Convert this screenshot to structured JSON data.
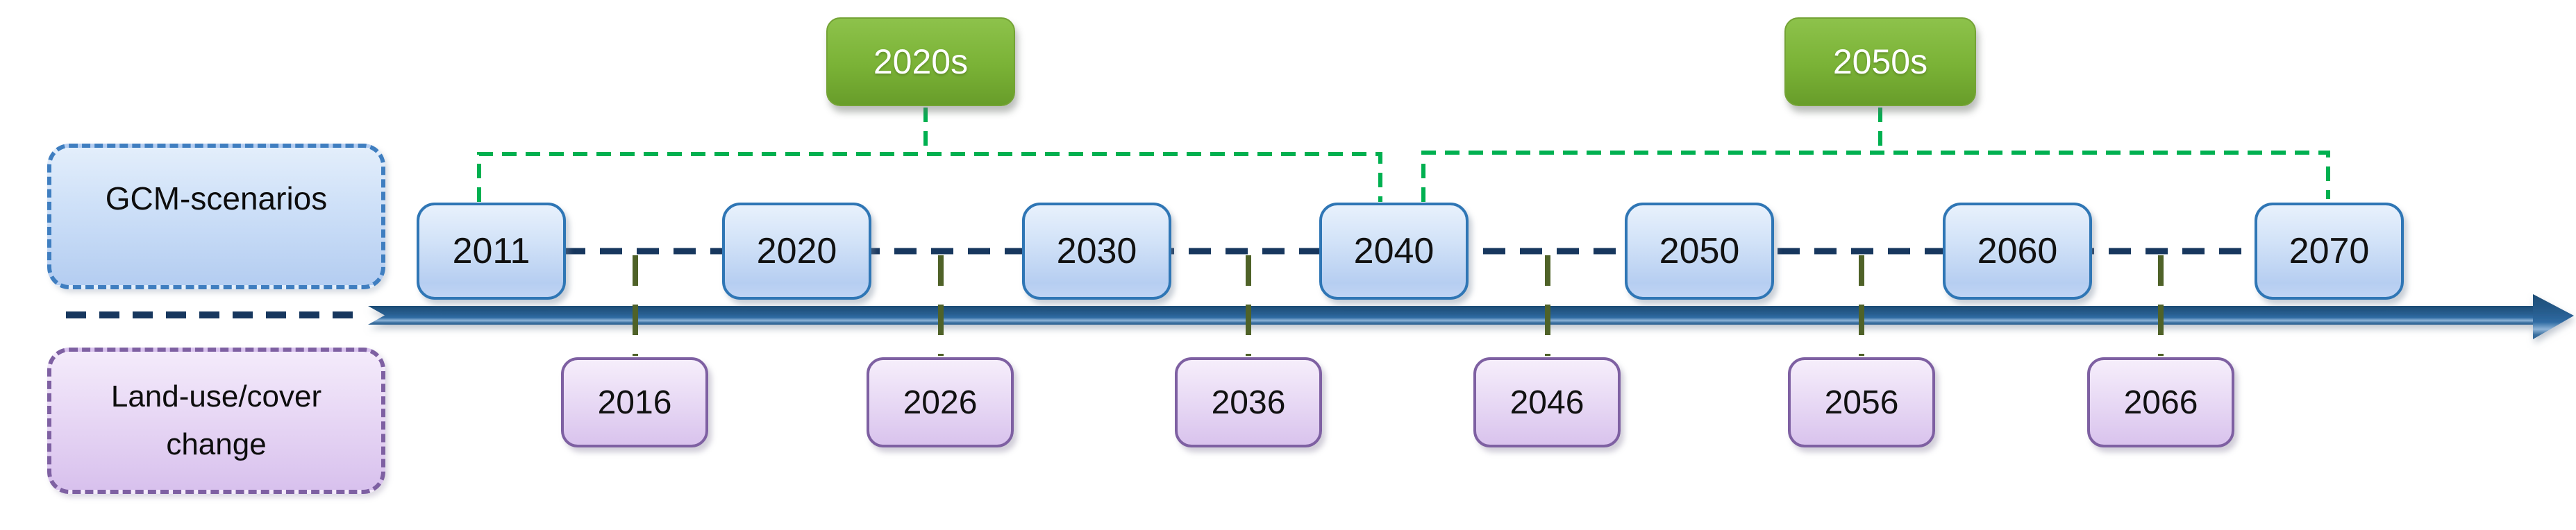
{
  "timeline": {
    "title_hint": "GCM scenario and land-use/cover change timeline",
    "gcm_label": "GCM-scenarios",
    "landuse": {
      "line1": "Land-use/cover",
      "line2": "change"
    },
    "decades": [
      {
        "label": "2020s"
      },
      {
        "label": "2050s"
      }
    ],
    "gcm_years": [
      "2011",
      "2020",
      "2030",
      "2040",
      "2050",
      "2060",
      "2070"
    ],
    "landuse_years": [
      "2016",
      "2026",
      "2036",
      "2046",
      "2056",
      "2066"
    ],
    "axis": {
      "direction": "right"
    },
    "colors": {
      "bracket_green": "#00b050",
      "badge_green": "#76a832",
      "navy_dash": "#17375e",
      "arrow_blue": "#2d6a9f",
      "blue_box_border": "#2f76b5",
      "purple_box_border": "#7e60a2",
      "olive_dash": "#4f6228"
    }
  }
}
